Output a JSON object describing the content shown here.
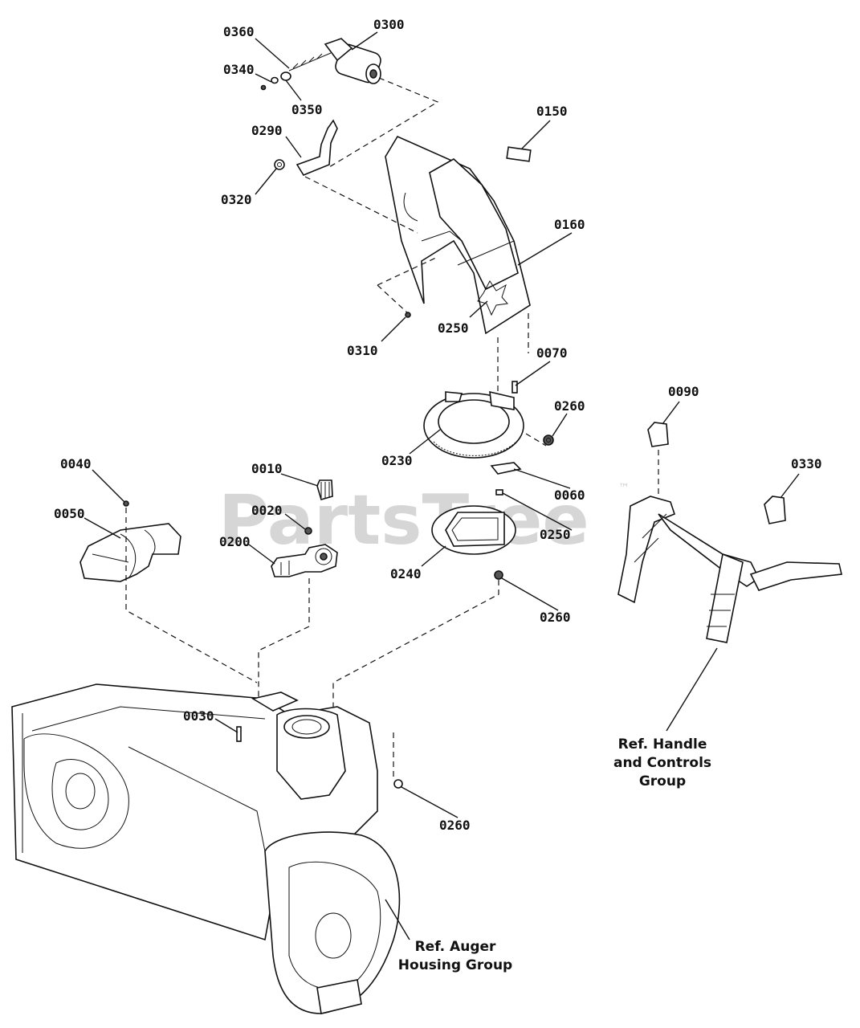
{
  "watermark": {
    "text": "PartsTree",
    "trademark": "™"
  },
  "callouts": {
    "c0360": "0360",
    "c0300": "0300",
    "c0340": "0340",
    "c0350": "0350",
    "c0290": "0290",
    "c0320": "0320",
    "c0150": "0150",
    "c0160": "0160",
    "c0250a": "0250",
    "c0310": "0310",
    "c0070": "0070",
    "c0260a": "0260",
    "c0230": "0230",
    "c0060": "0060",
    "c0090": "0090",
    "c0330": "0330",
    "c0040": "0040",
    "c0010": "0010",
    "c0020": "0020",
    "c0050": "0050",
    "c0200": "0200",
    "c0250b": "0250",
    "c0240": "0240",
    "c0260b": "0260",
    "c0030": "0030",
    "c0260c": "0260"
  },
  "references": {
    "handle": [
      "Ref. Handle",
      "and Controls",
      "Group"
    ],
    "auger": [
      "Ref. Auger",
      "Housing Group"
    ]
  }
}
